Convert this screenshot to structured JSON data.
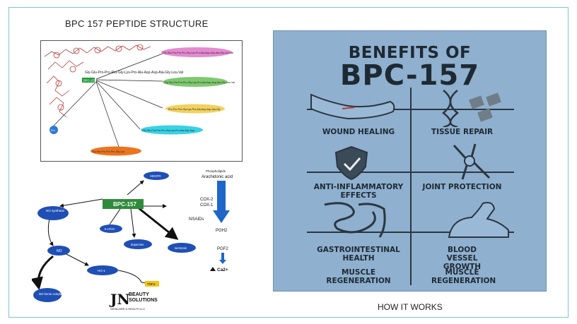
{
  "left": {
    "title": "BPC 157 PEPTIDE STRUCTURE",
    "structure": {
      "main_sequence": "Gly-Glu-Pro-Pro-Pro-Gly-Lys-Pro-Ala-Asp-Asp-Ala-Gly-Leu-Val",
      "badge": "BPC-157",
      "fragments": [
        {
          "text": "Gly-Glu-Pro-Pro-Pro-Gly-Lys-Pro-Ala-Asp-Asp-Ala-Gly-Leu-Val",
          "color": "#e58ad0"
        },
        {
          "text": "Gly-Glu-Pro-Pro-Pro-Gly-Lys-Pro-Ala-Asp-Asp-Ala-Gly-Leu-Val",
          "color": "#7fc86e"
        },
        {
          "text": "Pro-Pro-Pro-Gly-Lys-Pro-Ala-Asp-Asp-Ala-Gly",
          "color": "#f2d25e"
        },
        {
          "text": "Gly-Glu-Pro-Pro-Pro-Gly-Lys-Pro-Ala-Asp-Asp",
          "color": "#38d2e6"
        },
        {
          "text": "Gly-Glu-Pro-Pro-Pro-Gly-Lys",
          "color": "#ec7420"
        },
        {
          "text": "Pro",
          "color": "#2f7bd0"
        }
      ]
    },
    "mechanism": {
      "center": "BPC-157",
      "vegfr": "VEGFR",
      "no_synthase": "NO synthase",
      "no": "NO",
      "no_heme": "NO-heme complex",
      "ho1": "HO-1",
      "tnf": "TNFα",
      "ht": "5-HT2A",
      "dopamine": "dopamine",
      "serotonin": "serotonin",
      "phospholipids": "Phospholipids",
      "arachidonic": "Arachidonic acid",
      "cox2": "COX-2",
      "cox1": "COX-1",
      "nsaids": "NSAIDs",
      "pgh2": "PGH2",
      "pgf2": "PGF2",
      "ca": "Ca2+"
    },
    "logo": {
      "main": "JN",
      "sub1": "BEAUTY",
      "sub2": "SOLUTIONS",
      "sub3": "SKINCARE & HEALTH LLC"
    }
  },
  "right": {
    "title_line1": "BENEFITS OF",
    "title_line2": "BPC-157",
    "cells": [
      {
        "label": "WOUND HEALING",
        "icon": "arm-wound-icon"
      },
      {
        "label": "TISSUE REPAIR",
        "icon": "dna-icon"
      },
      {
        "label": "ANTI-INFLAMMATORY EFFECTS",
        "icon": "shield-check-icon"
      },
      {
        "label": "JOINT PROTECTION",
        "icon": "knee-joint-icon"
      },
      {
        "label": "GASTROINTESTINAL HEALTH",
        "icon": "intestines-icon"
      },
      {
        "label": "BLOOD VESSEL GROWTH",
        "icon": "flexed-arm-icon"
      },
      {
        "label": "MUSCLE REGENERATION",
        "icon": ""
      },
      {
        "label": "MUSCLE REGENERATION",
        "icon": ""
      }
    ],
    "bg_color": "#8fb0cf",
    "caption": "HOW IT WORKS"
  }
}
